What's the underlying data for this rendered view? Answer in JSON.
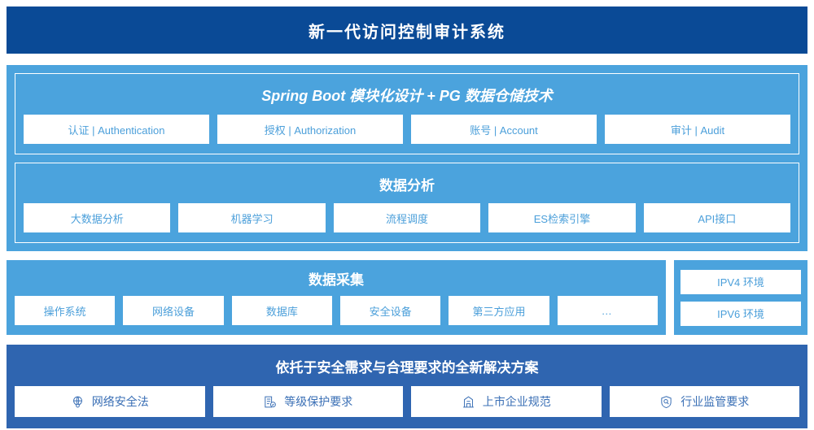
{
  "header": {
    "title": "新一代访问控制审计系统",
    "bg_color": "#0a4a96"
  },
  "colors": {
    "panel_light": "#4ba3dd",
    "panel_bottom": "#2f65b0",
    "card_text": "#4b9fda",
    "bottom_card_text": "#3a6fb5",
    "header_bg": "#0a4a96",
    "card_bg": "#ffffff"
  },
  "platform": {
    "title": "Spring Boot 模块化设计 + PG 数据仓储技术",
    "cards": [
      {
        "label": "认证 | Authentication"
      },
      {
        "label": "授权 | Authorization"
      },
      {
        "label": "账号 | Account"
      },
      {
        "label": "审计 | Audit"
      }
    ]
  },
  "analysis": {
    "title": "数据分析",
    "cards": [
      {
        "label": "大数据分析"
      },
      {
        "label": "机器学习"
      },
      {
        "label": "流程调度"
      },
      {
        "label": "ES检索引擎"
      },
      {
        "label": "API接口"
      }
    ]
  },
  "collection": {
    "title": "数据采集",
    "cards": [
      {
        "label": "操作系统"
      },
      {
        "label": "网络设备"
      },
      {
        "label": "数据库"
      },
      {
        "label": "安全设备"
      },
      {
        "label": "第三方应用"
      },
      {
        "label": "…"
      }
    ]
  },
  "environment": {
    "cards": [
      {
        "label": "IPV4 环境"
      },
      {
        "label": "IPV6 环境"
      }
    ]
  },
  "compliance": {
    "title": "依托于安全需求与合理要求的全新解决方案",
    "cards": [
      {
        "label": "网络安全法",
        "icon": "globe-network-icon"
      },
      {
        "label": "等级保护要求",
        "icon": "document-check-icon"
      },
      {
        "label": "上市企业规范",
        "icon": "bank-building-icon"
      },
      {
        "label": "行业监管要求",
        "icon": "shield-search-icon"
      }
    ]
  }
}
